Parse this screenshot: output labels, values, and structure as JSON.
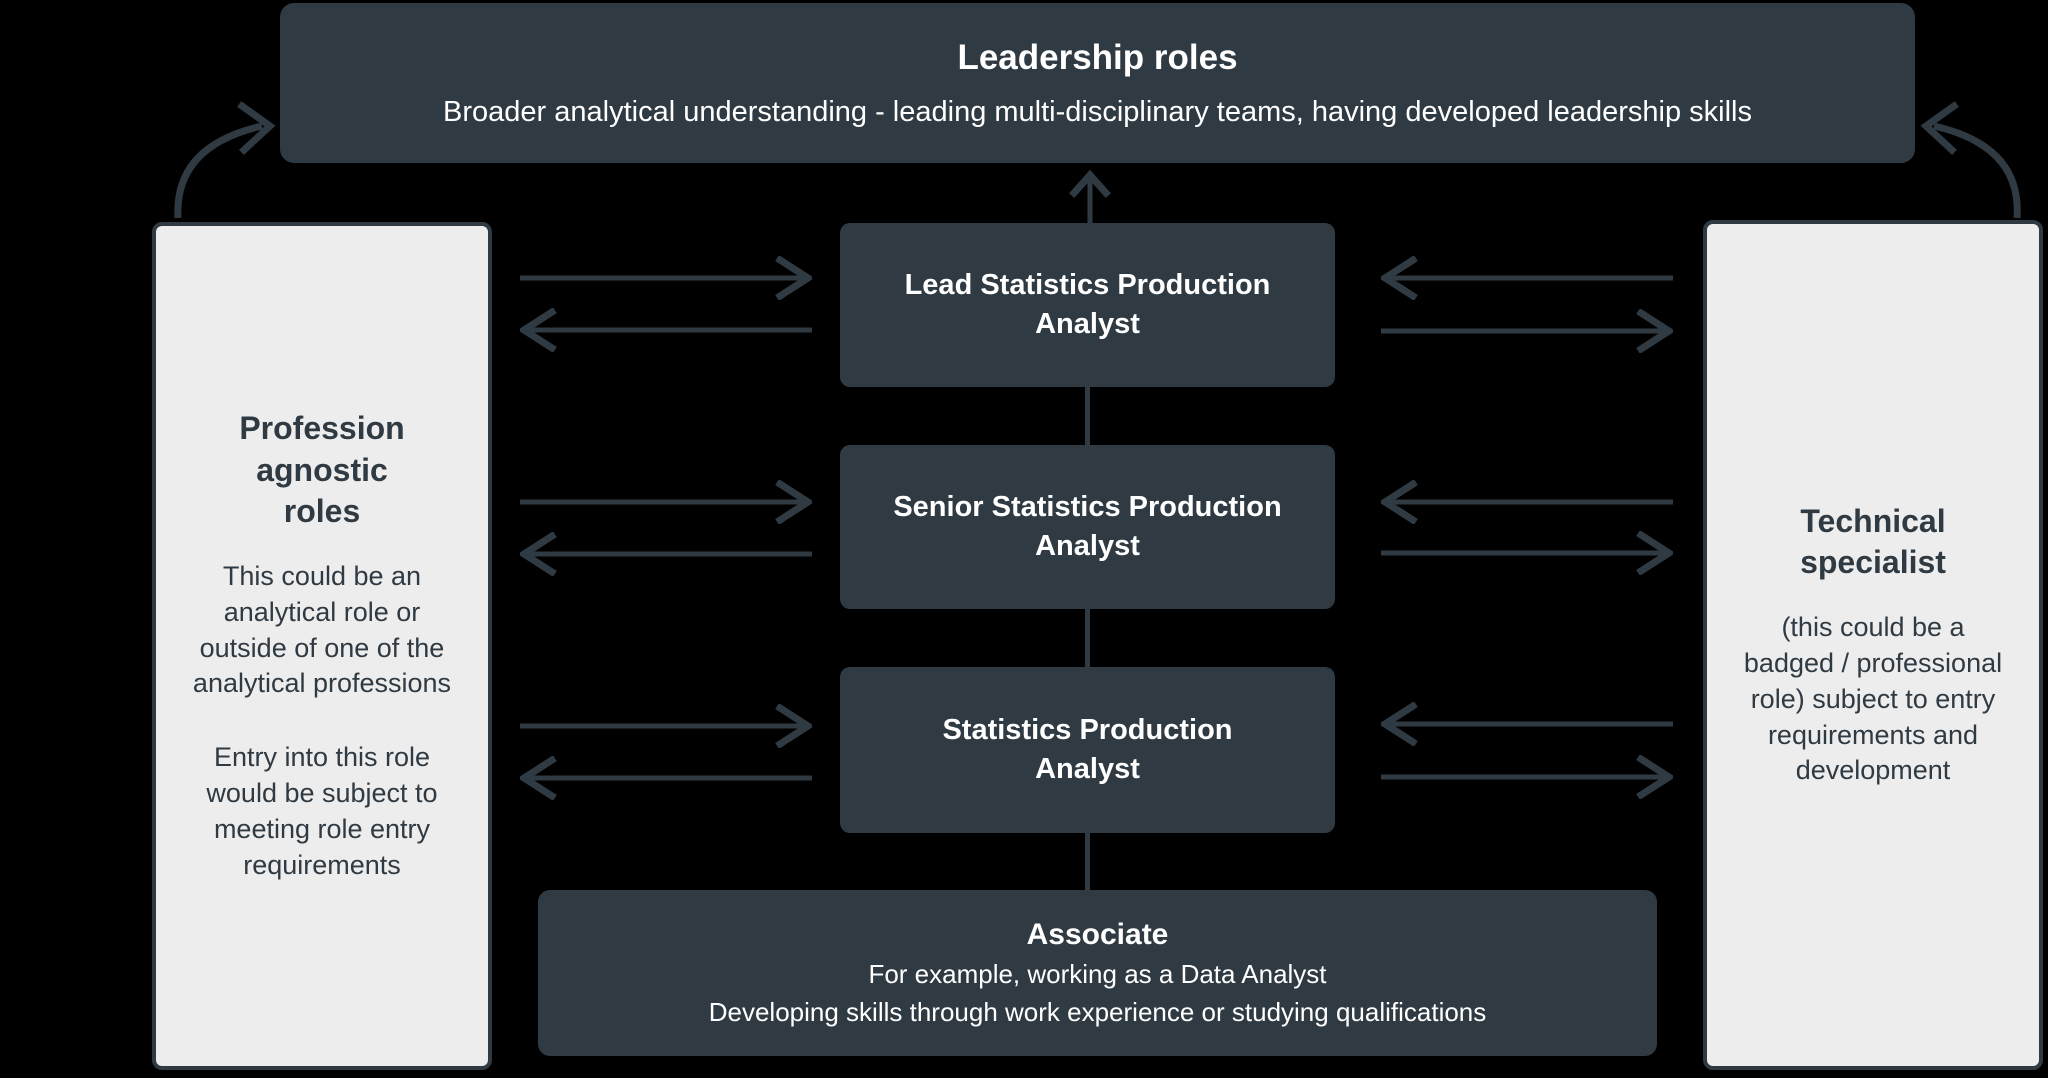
{
  "colors": {
    "background": "#000000",
    "box_dark": "#2F3A42",
    "box_light": "#EDEDEE",
    "text_on_dark": "#FFFFFF",
    "text_on_light": "#2F3A42",
    "arrow": "#2F3A42"
  },
  "leadership": {
    "title": "Leadership roles",
    "subtitle": "Broader analytical understanding - leading multi-disciplinary teams, having developed leadership skills"
  },
  "left_panel": {
    "title": "Profession\nagnostic\nroles",
    "para1": "This could be an\nanalytical role or\noutside of one of the\nanalytical professions",
    "para2": "Entry into this role\nwould be subject to\nmeeting role entry\nrequirements"
  },
  "right_panel": {
    "title": "Technical\nspecialist",
    "body": "(this could be a\nbadged / professional\nrole) subject to entry\nrequirements and\ndevelopment"
  },
  "ladder": [
    {
      "label": "Lead Statistics Production\nAnalyst"
    },
    {
      "label": "Senior Statistics Production\nAnalyst"
    },
    {
      "label": "Statistics Production\nAnalyst"
    }
  ],
  "associate": {
    "title": "Associate",
    "line1": "For example, working as a Data Analyst",
    "line2": "Developing skills through work experience or studying qualifications"
  }
}
